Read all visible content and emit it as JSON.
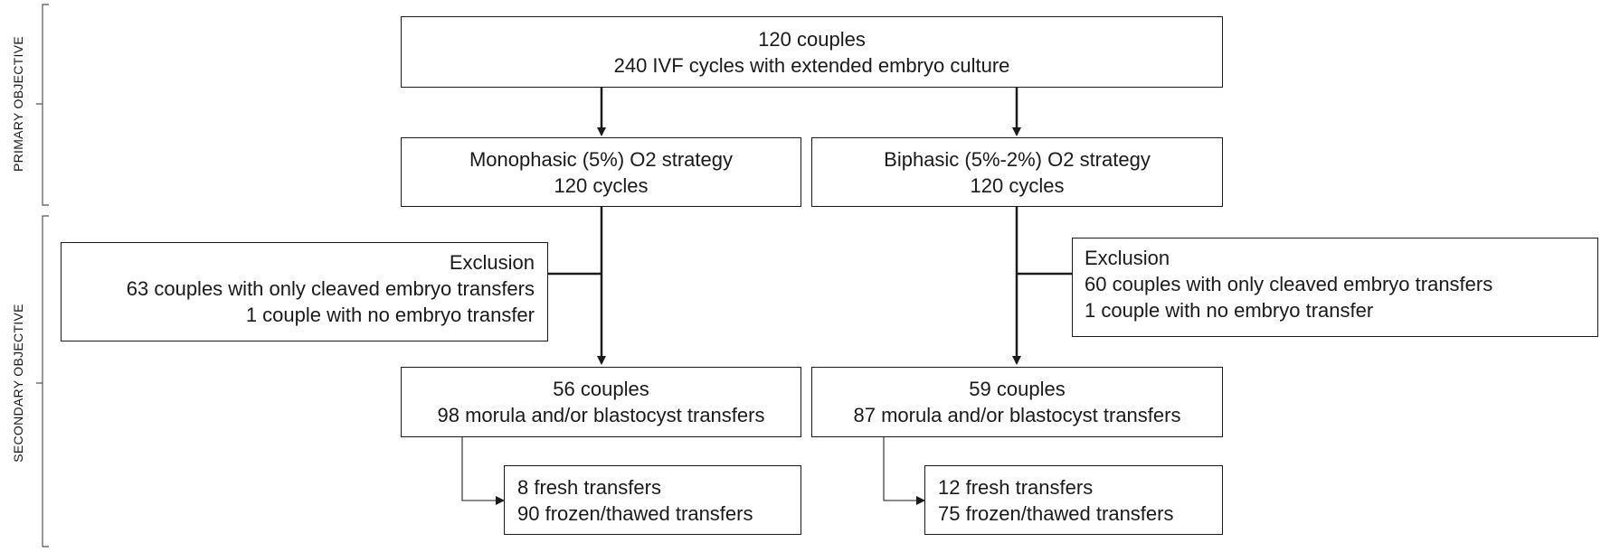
{
  "side_labels": {
    "primary": "PRIMARY OBJECTIVE",
    "secondary": "SECONDARY OBJECTIVE"
  },
  "boxes": {
    "top": {
      "line1": "120 couples",
      "line2": "240 IVF cycles with extended embryo culture"
    },
    "mono": {
      "line1": "Monophasic (5%) O2 strategy",
      "line2": "120 cycles"
    },
    "bi": {
      "line1": "Biphasic (5%-2%) O2 strategy",
      "line2": "120 cycles"
    },
    "excl_left": {
      "line1": "Exclusion",
      "line2": "63 couples with only cleaved embryo transfers",
      "line3": "1 couple with no embryo transfer"
    },
    "excl_right": {
      "line1": "Exclusion",
      "line2": "60 couples with only cleaved embryo transfers",
      "line3": "1 couple with no embryo transfer"
    },
    "mono_result": {
      "line1": "56 couples",
      "line2": "98 morula and/or blastocyst transfers"
    },
    "bi_result": {
      "line1": "59 couples",
      "line2": "87 morula and/or blastocyst transfers"
    },
    "mono_split": {
      "line1": "8 fresh transfers",
      "line2": "90 frozen/thawed transfers"
    },
    "bi_split": {
      "line1": "12 fresh transfers",
      "line2": "75 frozen/thawed transfers"
    }
  }
}
